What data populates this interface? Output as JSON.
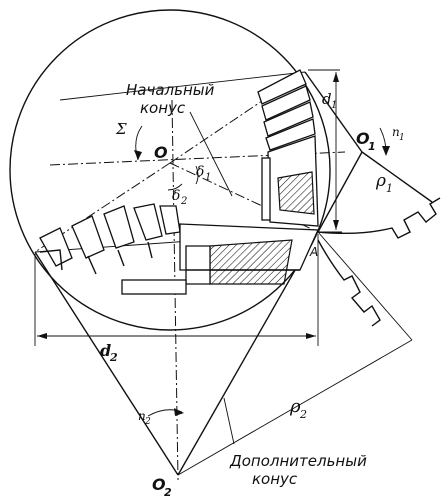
{
  "labels": {
    "pitch_cone_line1": "Начальный",
    "pitch_cone_line2": "конус",
    "back_cone_line1": "Дополнительный",
    "back_cone_line2": "конус",
    "apex": "O",
    "center_1": "O",
    "center_1_sub": "1",
    "center_2": "O",
    "center_2_sub": "2",
    "point_a": "A",
    "shaft_angle": "Σ",
    "delta_1": "δ",
    "delta_1_sub": "1",
    "delta_2": "δ",
    "delta_2_sub": "2",
    "d1": "d",
    "d1_sub": "1",
    "d2": "d",
    "d2_sub": "2",
    "rho1": "ρ",
    "rho1_sub": "1",
    "rho2": "ρ",
    "rho2_sub": "2",
    "n1": "n",
    "n1_sub": "1",
    "n2": "n",
    "n2_sub": "2"
  }
}
